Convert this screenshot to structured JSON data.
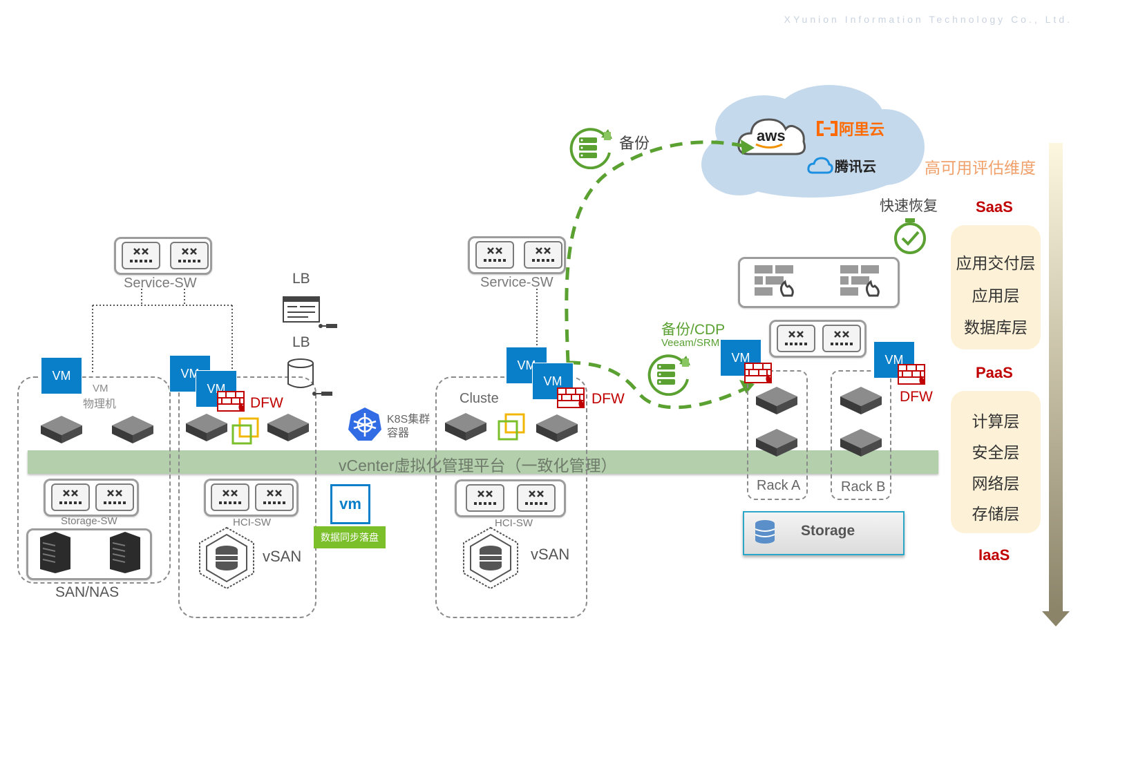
{
  "company": "XYunion Information Technology Co., Ltd.",
  "cloud": {
    "aws": "aws",
    "aliyun": "阿里云",
    "tencent": "腾讯云"
  },
  "backup": {
    "label": "备份",
    "cdp_label": "备份/CDP",
    "cdp_sub": "Veeam/SRM",
    "restore_label": "快速恢复"
  },
  "ha_title": "高可用评估维度",
  "layers": {
    "saas": "SaaS",
    "saas_items": [
      "应用交付层",
      "应用层",
      "数据库层"
    ],
    "paas": "PaaS",
    "paas_items": [
      "计算层",
      "安全层",
      "网络层",
      "存储层"
    ],
    "iaas": "IaaS"
  },
  "left": {
    "service_sw": "Service-SW",
    "vm": "VM",
    "physical_vm": "VM",
    "physical": "物理机",
    "storage_sw": "Storage-SW",
    "san_nas": "SAN/NAS"
  },
  "hci": {
    "dfw": "DFW",
    "hci_sw": "HCI-SW",
    "vsan": "vSAN",
    "lb1": "LB",
    "lb2": "LB",
    "vm_logo": "vm",
    "sync_label": "数据同步落盘"
  },
  "k8s": {
    "line1": "K8S集群",
    "line2": "容器"
  },
  "cluster": {
    "service_sw": "Service-SW",
    "vm": "VM",
    "title": "Cluste",
    "dfw": "DFW",
    "hci_sw": "HCI-SW",
    "vsan": "vSAN"
  },
  "racks": {
    "vm": "VM",
    "dfw": "DFW",
    "rack_a": "Rack A",
    "rack_b": "Rack B",
    "storage": "Storage"
  },
  "vcenter": "vCenter虚拟化管理平台（一致化管理）",
  "colors": {
    "vm_blue": "#0a7fc9",
    "green_dash": "#5aa132",
    "dfw_red": "#c00000",
    "ha_orange": "#f0a06a",
    "vsync_green": "#7bbf2a"
  }
}
